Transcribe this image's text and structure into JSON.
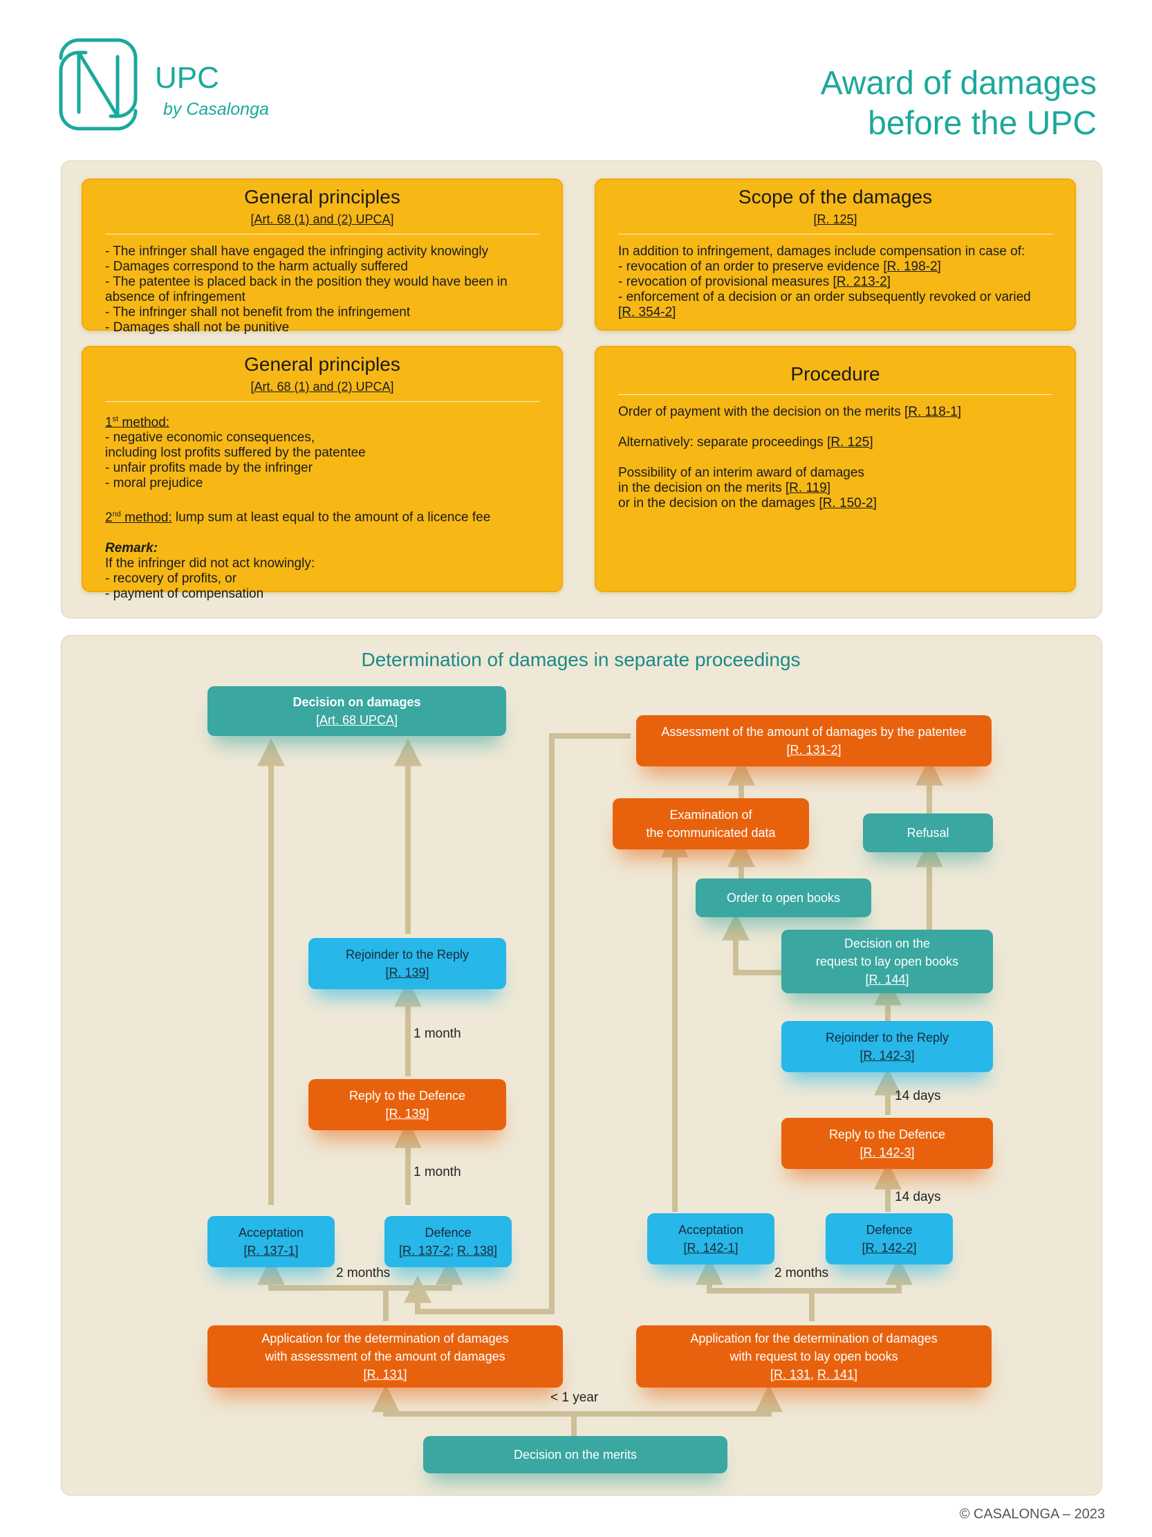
{
  "brand": {
    "title": "UPC",
    "subtitle": "by Casalonga"
  },
  "title": {
    "line1": "Award of damages",
    "line2": "before the UPC"
  },
  "cards": {
    "general1": {
      "title": "General principles",
      "ref": "[Art. 68 (1) and (2) UPCA]",
      "lines": [
        "- The infringer shall have engaged the infringing activity knowingly",
        "- Damages correspond to the harm actually suffered",
        "- The patentee is placed back in the position they would have been in",
        "absence of infringement",
        "- The infringer shall not benefit from the infringement",
        "- Damages shall not be punitive"
      ]
    },
    "scope": {
      "title": "Scope of the damages",
      "ref": "[R. 125]",
      "intro": "In addition to infringement, damages include compensation in case of:",
      "l1_text": "- revocation of an order to preserve evidence ",
      "l1_ref": "[R. 198-2]",
      "l2_text": "- revocation of provisional measures ",
      "l2_ref": "[R. 213-2]",
      "l3_text": "- enforcement of a decision or an order subsequently revoked or varied",
      "l4_ref": "[R. 354-2]"
    },
    "general2": {
      "title": "General principles",
      "ref": "[Art. 68 (1) and (2) UPCA]",
      "m1_num": "1",
      "m1_sup": "st",
      "m1_label": " method:",
      "m1_lines": [
        "- negative economic consequences,",
        "including lost profits suffered by the patentee",
        "- unfair profits made by the infringer",
        "- moral prejudice"
      ],
      "m2_num": "2",
      "m2_sup": "nd",
      "m2_label": " method:",
      "m2_text": " lump sum at least equal to the amount of a licence fee",
      "remark": "Remark:",
      "remark_lines": [
        "If the infringer did not act knowingly:",
        "- recovery of profits, or",
        "- payment of compensation"
      ]
    },
    "procedure": {
      "title": "Procedure",
      "p1_text": "Order of payment with the decision on the merits ",
      "p1_ref": "[R. 118-1]",
      "p2_text": "Alternatively: separate proceedings ",
      "p2_ref": "[R. 125]",
      "p3_l1": "Possibility of an interim award of damages",
      "p3_l2_text": "in the decision on the merits ",
      "p3_l2_ref": "[R. 119]",
      "p3_l3_text": "or in the decision on the damages ",
      "p3_l3_ref": "[R. 150-2]"
    }
  },
  "diagram": {
    "title": "Determination of damages in separate proceedings",
    "decision_damages": {
      "label": "Decision on damages",
      "ref": "[Art. 68 UPCA]"
    },
    "assessment": {
      "label": "Assessment of the amount of damages by the patentee",
      "ref": "[R. 131-2]"
    },
    "examination": {
      "line1": "Examination of",
      "line2": "the communicated data"
    },
    "refusal": {
      "label": "Refusal"
    },
    "order_open": {
      "label": "Order to open books"
    },
    "decision_request": {
      "line1": "Decision on the",
      "line2": "request to lay open books",
      "ref": "[R. 144]"
    },
    "rejoinder_left": {
      "label": "Rejoinder to the Reply",
      "ref": "[R. 139]"
    },
    "reply_left": {
      "label": "Reply to the Defence",
      "ref": "[R. 139]"
    },
    "rejoinder_right": {
      "label": "Rejoinder to the Reply",
      "ref": "[R. 142-3]"
    },
    "reply_right": {
      "label": "Reply to the Defence",
      "ref": "[R. 142-3]"
    },
    "acceptance_left": {
      "label": "Acceptation",
      "ref": "[R. 137-1]"
    },
    "defence_left": {
      "label": "Defence",
      "ref_a": "[R. 137-2",
      "sep": "; ",
      "ref_b": "R. 138]"
    },
    "acceptance_right": {
      "label": "Acceptation",
      "ref": "[R. 142-1]"
    },
    "defence_right": {
      "label": "Defence",
      "ref": "[R. 142-2]"
    },
    "app_left": {
      "line1": "Application for the determination of damages",
      "line2": "with assessment of the amount of damages",
      "ref": "[R. 131]"
    },
    "app_right": {
      "line1": "Application for the determination of damages",
      "line2": "with request to lay open books",
      "ref_a": "[R. 131",
      "sep": ", ",
      "ref_b": "R. 141]"
    },
    "merits": {
      "label": "Decision on the merits"
    },
    "labels": {
      "one_month_a": "1 month",
      "one_month_b": "1 month",
      "two_months_left": "2 months",
      "two_months_right": "2 months",
      "fourteen_a": "14 days",
      "fourteen_b": "14 days",
      "lt_one_year": "< 1 year"
    },
    "colors": {
      "teal": "#3aa7a1",
      "blue": "#27b7e8",
      "orange": "#e8620e",
      "arrow": "#cdbf98"
    }
  },
  "footer": "© CASALONGA – 2023"
}
